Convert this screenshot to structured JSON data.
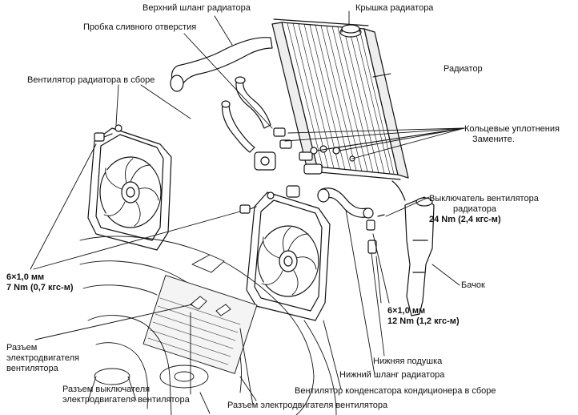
{
  "labels": {
    "upper_hose": "Верхний шланг радиатора",
    "radiator_cap": "Крышка радиатора",
    "drain_plug": "Пробка сливного отверстия",
    "radiator": "Радиатор",
    "fan_assembly": "Вентилятор радиатора в сборе",
    "o_rings_line1": "Кольцевые уплотнения",
    "o_rings_line2": "Замените.",
    "fan_switch_line1": "Выключатель вентилятора",
    "fan_switch_line2": "радиатора",
    "fan_switch_torque": "24 Nm (2,4 кгс-м)",
    "left_bolt_size": "6×1,0 мм",
    "left_bolt_torque": "7 Nm (0,7 кгс-м)",
    "reservoir": "Бачок",
    "right_bolt_size": "6×1,0 мм",
    "right_bolt_torque": "12 Nm (1,2 кгс-м)",
    "motor_connector_line1": "Разъем",
    "motor_connector_line2": "электродвигателя",
    "motor_connector_line3": "вентилятора",
    "lower_cushion": "Нижняя подушка",
    "lower_hose": "Нижний шланг радиатора",
    "switch_connector_line1": "Разъем выключателя",
    "switch_connector_line2": "электродвигателя вентилятора",
    "ac_condenser_fan": "Вентилятор конденсатора кондиционера в сборе",
    "fan_motor_connector": "Разъем электродвигателя вентилятора"
  }
}
